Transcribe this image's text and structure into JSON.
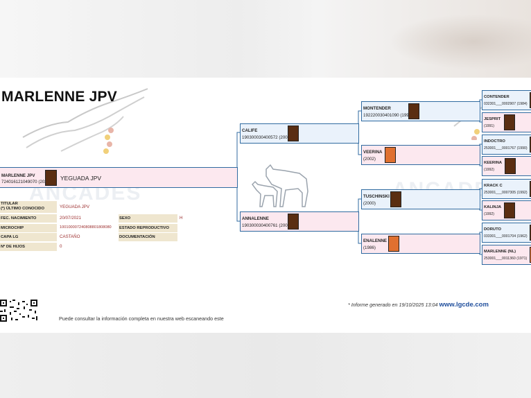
{
  "horse": {
    "name": "MARLENNE JPV",
    "name_small": "MARLENNE JPV",
    "reg": "724016121049070 (2021)",
    "breeder": "YEGUADA JPV"
  },
  "watermark": "ANCADES",
  "info": {
    "titular_label": "TITULAR\n(*) ÚLTIMO CONOCIDO",
    "titular": "YEGUADA JPV",
    "fec_label": "FEC. NACIMIENTO",
    "fec": "20/07/2021",
    "sexo_label": "SEXO",
    "sexo": "H",
    "micro_label": "MICROCHIP",
    "micro": "100100007240808801808080",
    "estado_label": "ESTADO REPRODUCTIVO",
    "capa_label": "CAPA LG",
    "capa": "CASTAÑO",
    "doc_label": "DOCUMENTACIÓN",
    "hijos_label": "Nº DE HIJOS",
    "hijos": "0"
  },
  "pedigree": {
    "sire": {
      "name": "CALIFE",
      "reg": "190300030400572 (2007)"
    },
    "dam": {
      "name": "ANNALENNE",
      "reg": "190300030400761 (2005)"
    },
    "ss": {
      "name": "MONTENDER",
      "reg": "192220030401090 (1994)"
    },
    "sd": {
      "name": "VEERINA",
      "reg": "(2002)"
    },
    "ds": {
      "name": "TUSCHINSKI",
      "reg": "(2000)"
    },
    "dd": {
      "name": "ENALENNE",
      "reg": "(1986)"
    },
    "g3": [
      {
        "name": "CONTENDER",
        "reg": "032301___0002907 (1984)"
      },
      {
        "name": "JESPRIT",
        "reg": "(1991)"
      },
      {
        "name": "INDOCTRO",
        "reg": "253001___0001767 (1990)"
      },
      {
        "name": "KEERINA",
        "reg": "(1992)"
      },
      {
        "name": "KRACK C",
        "reg": "253001___0007305 (1992)"
      },
      {
        "name": "KALINJA",
        "reg": "(1992)"
      },
      {
        "name": "DORUTO",
        "reg": "033301___0001704 (1962)"
      },
      {
        "name": "MARLENNE (NL)",
        "reg": "253001___0011360 (1971)"
      }
    ]
  },
  "colors": {
    "bay": "#5a2e12",
    "chestnut": "#e07030",
    "border": "#2f6aa0",
    "sire_bg": "#eaf2fb",
    "dam_bg": "#fce8ef"
  },
  "footer": {
    "informe": "* Informe generado en 19/10/2025 13:04",
    "web": "www.lgcde.com",
    "consult": "Puede consultar la información completa en nuestra web escaneando este"
  }
}
